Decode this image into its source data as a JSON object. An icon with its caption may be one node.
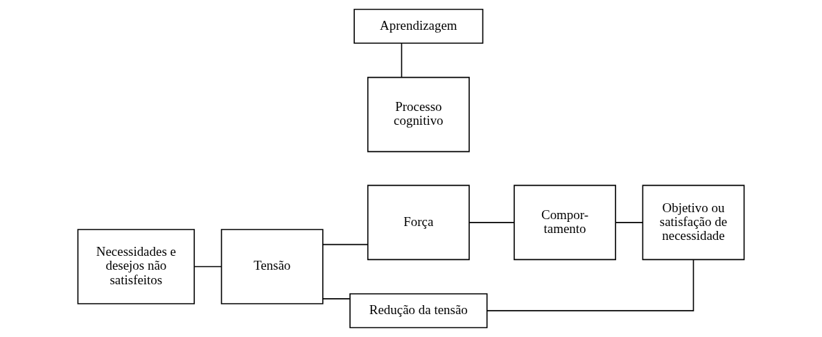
{
  "diagram": {
    "nodes": [
      {
        "text": [
          "Necessidades e desejos não satisfeitos"
        ]
      },
      {
        "text": [
          "Tensão"
        ]
      },
      {
        "text": [
          "Força"
        ]
      },
      {
        "text": [
          "Aprendizagem"
        ]
      },
      {
        "text": [
          "Compor- tamento"
        ]
      },
      {
        "text": [
          "Objetivo ou satisfação de necessidade"
        ]
      },
      {
        "text": [
          "Processo cognitivo"
        ]
      },
      {
        "text": [
          "Redução da tensão"
        ]
      }
    ],
    "edges": [
      {
        "from": 0,
        "to": 1,
        "arrow": "none"
      },
      {
        "from": 1,
        "to": 2,
        "arrow": "none"
      },
      {
        "from": 2,
        "to": 4,
        "arrow": "none"
      },
      {
        "from": 3,
        "to": 6,
        "arrow": "none"
      },
      {
        "from": 4,
        "to": 5,
        "arrow": "none"
      },
      {
        "from": 1,
        "to": 7,
        "arrow": "none"
      },
      {
        "from": 5,
        "to": 7,
        "arrow": "none"
      }
    ]
  }
}
